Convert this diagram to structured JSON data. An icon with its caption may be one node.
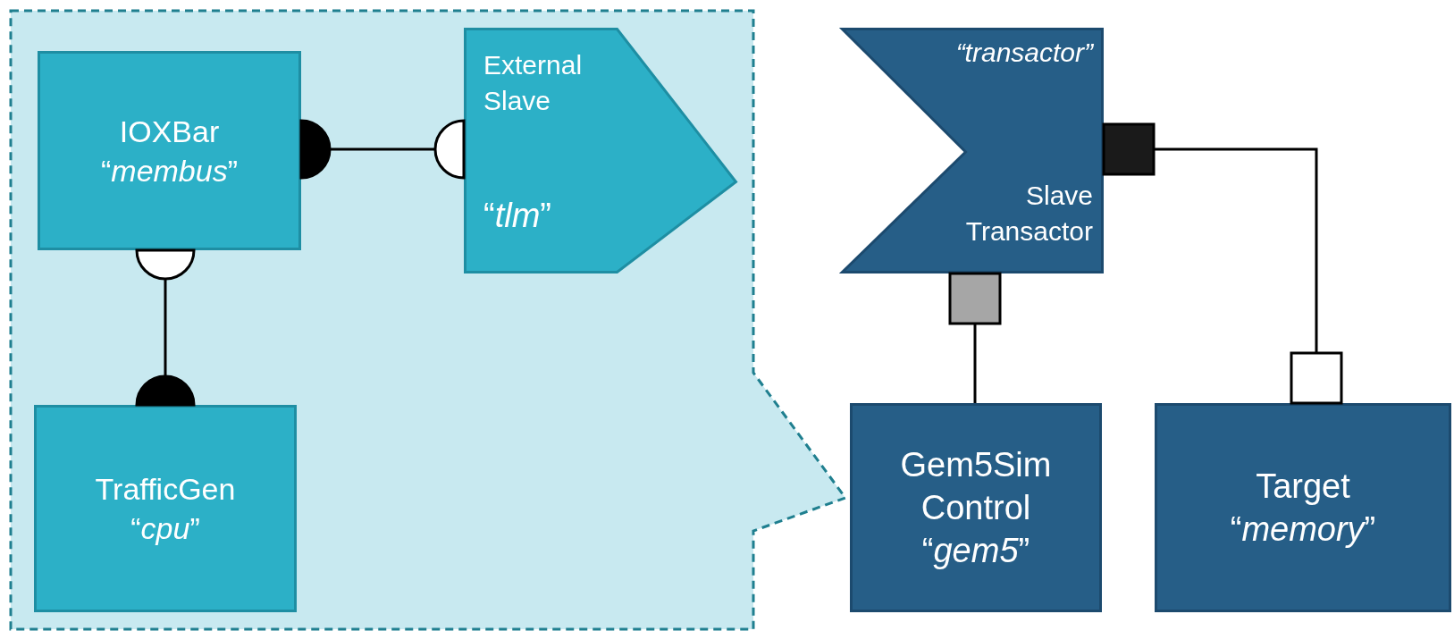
{
  "diagram": {
    "nodes": [
      {
        "text": [],
        "shape": "box"
      },
      {
        "text": [
          "IOXBar",
          "“*membus*”"
        ],
        "in": 0
      },
      {
        "text": [
          "External Slave",
          "“*tlm*”"
        ],
        "in": 0
      },
      {
        "text": [
          "TrafficGen",
          "“*cpu*”"
        ],
        "in": 0
      },
      {
        "text": [
          "“transactor”",
          "Slave Transactor"
        ]
      },
      {
        "text": [
          "Gem5Sim Control",
          "“*gem5*”"
        ]
      },
      {
        "text": [
          "Target",
          "“*memory*”"
        ]
      }
    ],
    "edges": [
      {
        "from": 1,
        "to": 2,
        "arrow": "other"
      },
      {
        "from": 3,
        "to": 1,
        "arrow": "other"
      },
      {
        "from": 4,
        "to": 5,
        "arrow": "other"
      },
      {
        "from": 4,
        "to": 6,
        "arrow": "other"
      }
    ]
  }
}
